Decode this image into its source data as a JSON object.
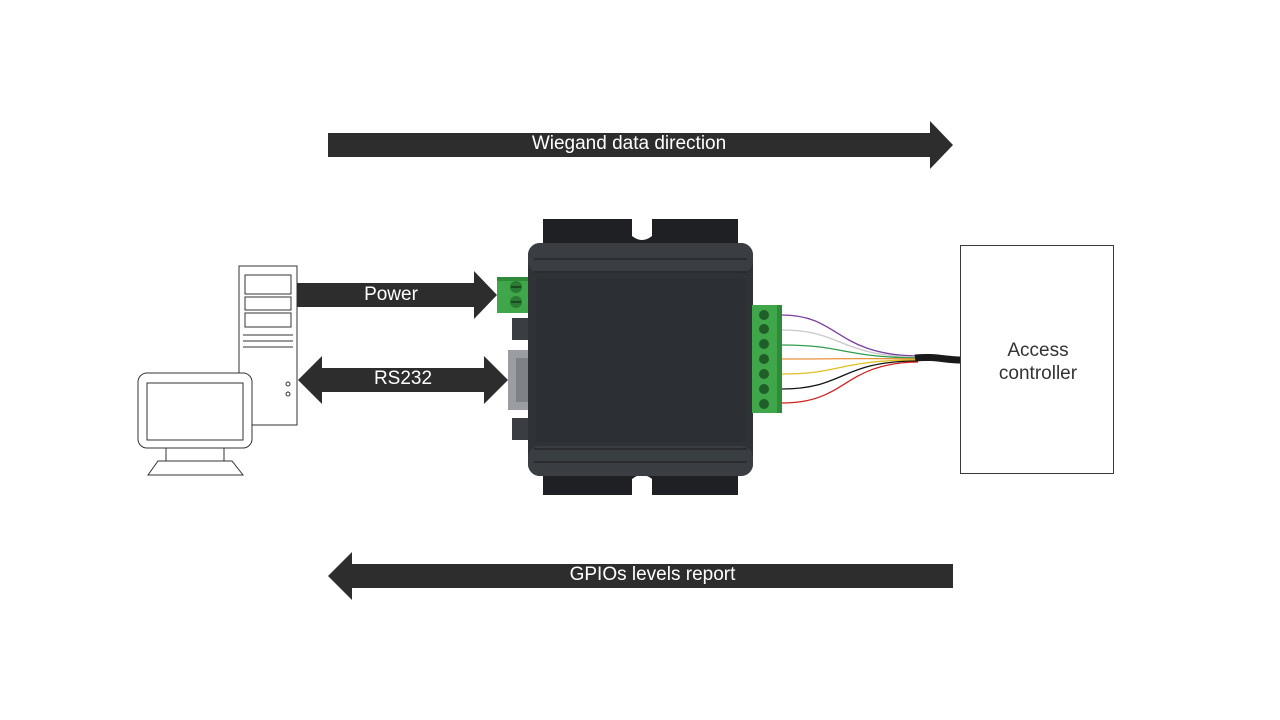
{
  "diagram": {
    "top_arrow_label": "Wiegand data direction",
    "bottom_arrow_label": "GPIOs levels report",
    "power_label": "Power",
    "rs232_label": "RS232",
    "controller_label": "Access\ncontroller"
  },
  "colors": {
    "arrow": "#2d2d2d",
    "device_body": "#2f3236",
    "terminal_green": "#3fa64a",
    "wire_colors": [
      "#7b3fa0",
      "#c8c8c8",
      "#2e9e4e",
      "#e8923a",
      "#e0c020",
      "#111111",
      "#d42020"
    ]
  },
  "icons": {
    "computer": "desktop-computer-icon",
    "device": "wiegand-converter-device"
  }
}
